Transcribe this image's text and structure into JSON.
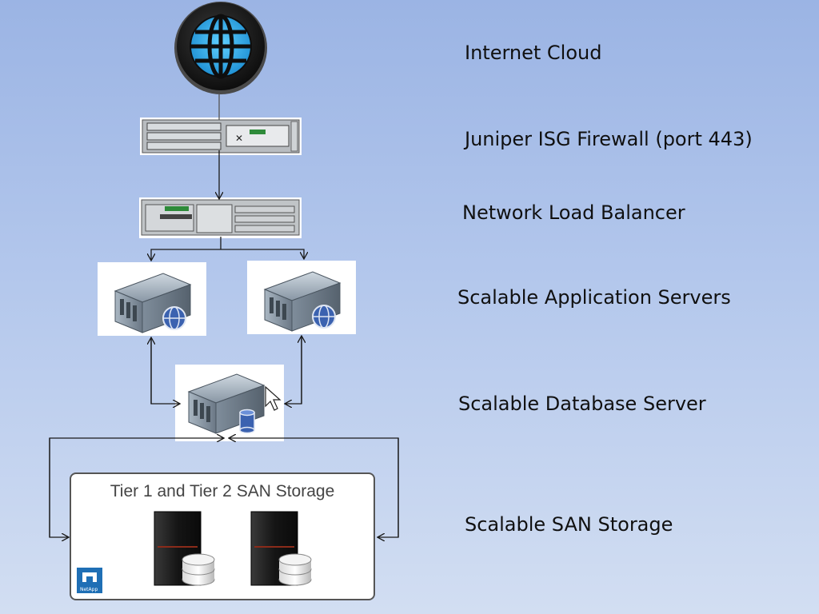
{
  "labels": {
    "internet": "Internet Cloud",
    "firewall": "Juniper ISG Firewall (port 443)",
    "load_balancer": "Network Load Balancer",
    "app_servers": "Scalable Application Servers",
    "db_server": "Scalable Database Server",
    "san": "Scalable SAN Storage"
  },
  "san_box": {
    "title": "Tier 1 and Tier 2 SAN Storage",
    "logo_text": "NetApp"
  },
  "colors": {
    "globe_blue": "#2aa8e8",
    "server_gray": "#8a9aa8",
    "arrow": "#1a1a1a"
  },
  "icons": [
    "globe-icon",
    "firewall-appliance-icon",
    "load-balancer-appliance-icon",
    "app-server-icon",
    "database-server-icon",
    "san-storage-icon",
    "netapp-logo-icon",
    "mouse-cursor-icon"
  ]
}
